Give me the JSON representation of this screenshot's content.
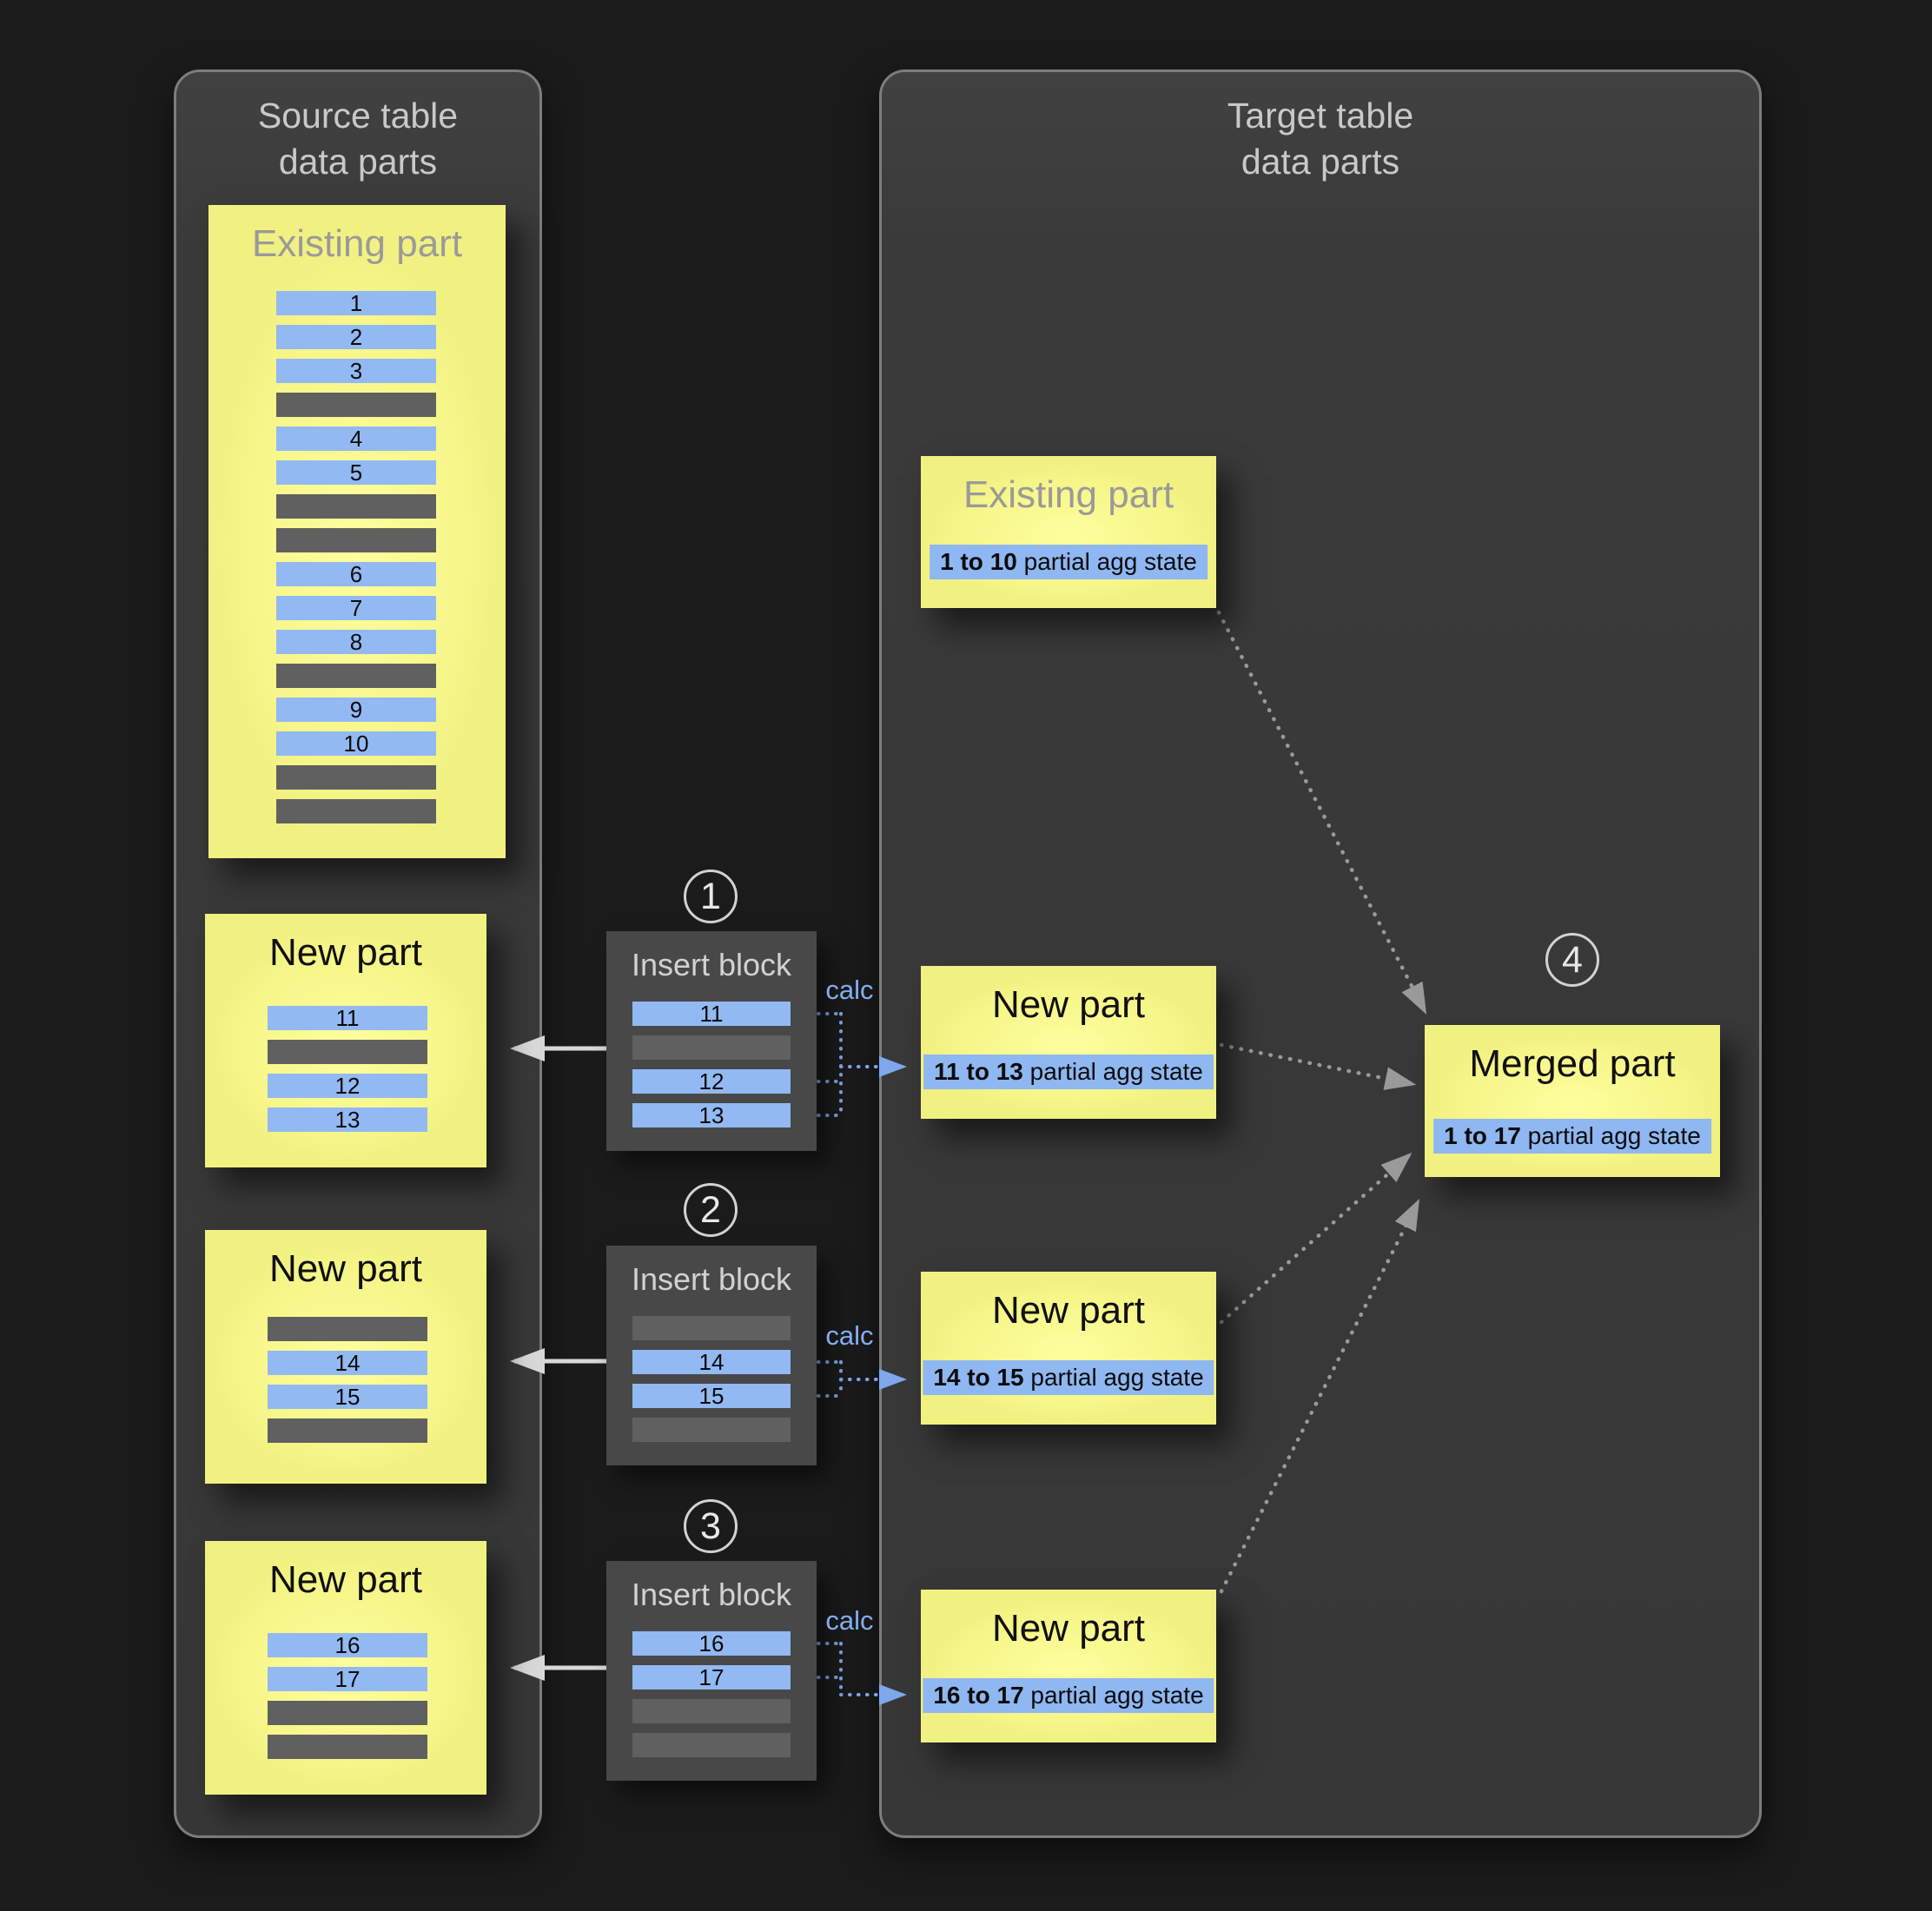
{
  "colors": {
    "background": "#1b1b1b",
    "panel_bg": "#3a3a3a",
    "panel_border": "#7d7d7d",
    "part_yellow": "#f6f68a",
    "row_blue": "#92b9f2",
    "row_gray": "#606060",
    "insert_block_bg": "#484848",
    "calc_blue": "#84aef0",
    "muted_title_gray": "#9a9a9a",
    "merge_arrow_gray": "#9a9a9a",
    "insert_arrow_white": "#d8d8d8"
  },
  "source_panel": {
    "title_line1": "Source table",
    "title_line2": "data parts",
    "existing_part": {
      "title": "Existing part",
      "rows": [
        "1",
        "2",
        "3",
        "",
        "4",
        "5",
        "",
        "",
        "6",
        "7",
        "8",
        "",
        "9",
        "10",
        "",
        ""
      ]
    },
    "new_parts": [
      {
        "title": "New part",
        "rows": [
          "11",
          "",
          "12",
          "13"
        ]
      },
      {
        "title": "New part",
        "rows": [
          "",
          "14",
          "15",
          ""
        ]
      },
      {
        "title": "New part",
        "rows": [
          "16",
          "17",
          "",
          ""
        ]
      }
    ]
  },
  "insert_steps": [
    {
      "step": "1",
      "title": "Insert block",
      "calc_label": "calc",
      "rows": [
        "11",
        "",
        "12",
        "13"
      ]
    },
    {
      "step": "2",
      "title": "Insert block",
      "calc_label": "calc",
      "rows": [
        "",
        "14",
        "15",
        ""
      ]
    },
    {
      "step": "3",
      "title": "Insert block",
      "calc_label": "calc",
      "rows": [
        "16",
        "17",
        "",
        ""
      ]
    }
  ],
  "target_panel": {
    "title_line1": "Target table",
    "title_line2": "data parts",
    "existing_part": {
      "title": "Existing part",
      "agg_range": "1 to 10",
      "agg_text": "partial agg state"
    },
    "new_parts": [
      {
        "title": "New part",
        "agg_range": "11 to 13",
        "agg_text": "partial agg state"
      },
      {
        "title": "New part",
        "agg_range": "14 to 15",
        "agg_text": "partial agg state"
      },
      {
        "title": "New part",
        "agg_range": "16 to 17",
        "agg_text": "partial agg state"
      }
    ],
    "merged_part": {
      "step": "4",
      "title": "Merged part",
      "agg_range": "1 to 17",
      "agg_text": "partial agg state"
    }
  }
}
